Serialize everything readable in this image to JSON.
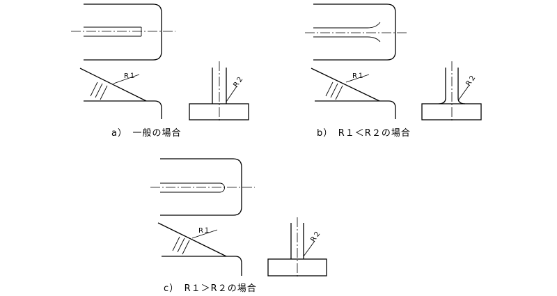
{
  "panels": [
    {
      "caption": "a）　一般の場合",
      "r1": "R１",
      "r2": "R２"
    },
    {
      "caption": "b）　R１＜R２の場合",
      "r1": "R１",
      "r2": "R２"
    },
    {
      "caption": "c）　R１＞R２の場合",
      "r1": "R１",
      "r2": "R２"
    }
  ]
}
